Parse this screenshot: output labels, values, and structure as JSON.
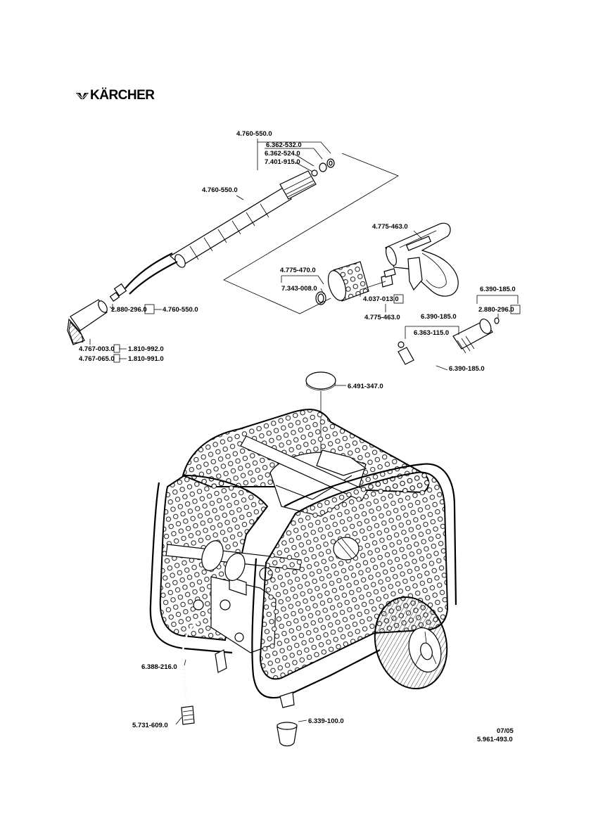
{
  "brand": {
    "logo_text": "KÄRCHER"
  },
  "labels": {
    "wand_top": "4.760-550.0",
    "seal_a": "6.362-532.0",
    "seal_b": "6.362-524.0",
    "oring": "7.401-915.0",
    "wand_mid": "4.760-550.0",
    "nozzle_coupling": "2.880-296.0",
    "wand_nozzle_ref": "4.760-550.0",
    "nozzle_a": "4.767-003.0",
    "nozzle_a_alt": "1.810-992.0",
    "nozzle_b": "4.767-065.0",
    "nozzle_b_alt": "1.810-991.0",
    "gun": "4.775-463.0",
    "grip": "4.775-470.0",
    "grip_ring": "7.343-008.0",
    "trigger_part": "4.037-013.0",
    "gun_ref": "4.775-463.0",
    "hose_top": "6.390-185.0",
    "hose_coupling": "2.880-296.0",
    "hose_mid": "6.390-185.0",
    "hose_oring": "6.363-115.0",
    "hose_end": "6.390-185.0",
    "cap": "6.491-347.0",
    "suction_hose": "6.388-216.0",
    "filter": "5.731-609.0",
    "foot": "6.339-100.0",
    "date": "07/05",
    "doc_number": "5.961-493.0"
  }
}
